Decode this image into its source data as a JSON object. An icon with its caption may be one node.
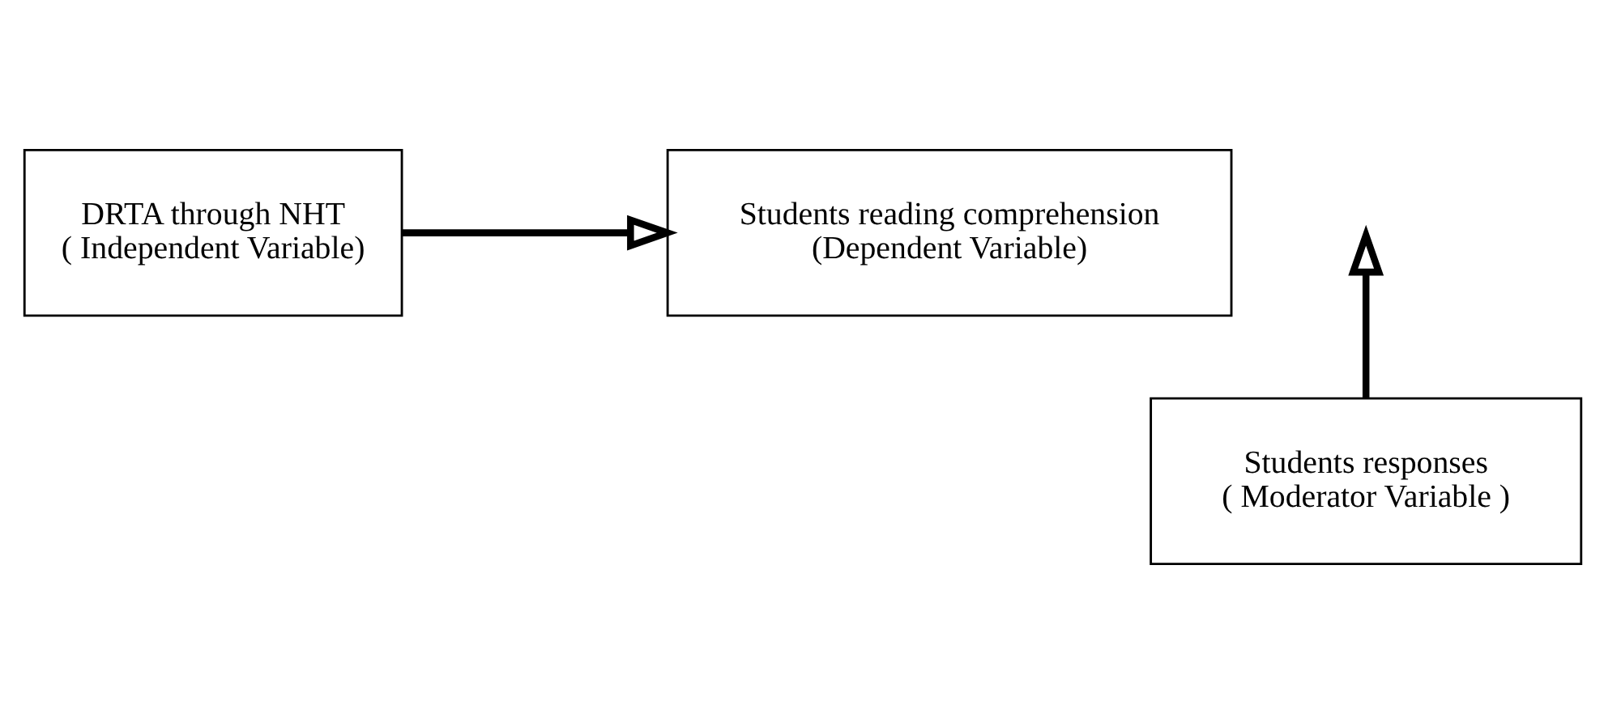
{
  "diagram": {
    "nodes": [
      {
        "text": [
          "DRTA through NHT",
          "( Independent Variable)"
        ]
      },
      {
        "text": [
          "Students reading comprehension",
          "(Dependent Variable)"
        ]
      },
      {
        "text": [
          "Students responses",
          "( Moderator Variable )"
        ]
      }
    ],
    "edges": [
      {
        "from": 0,
        "to": 1,
        "arrow": "to"
      },
      {
        "from": 2,
        "to": null,
        "arrow": "to"
      }
    ]
  }
}
